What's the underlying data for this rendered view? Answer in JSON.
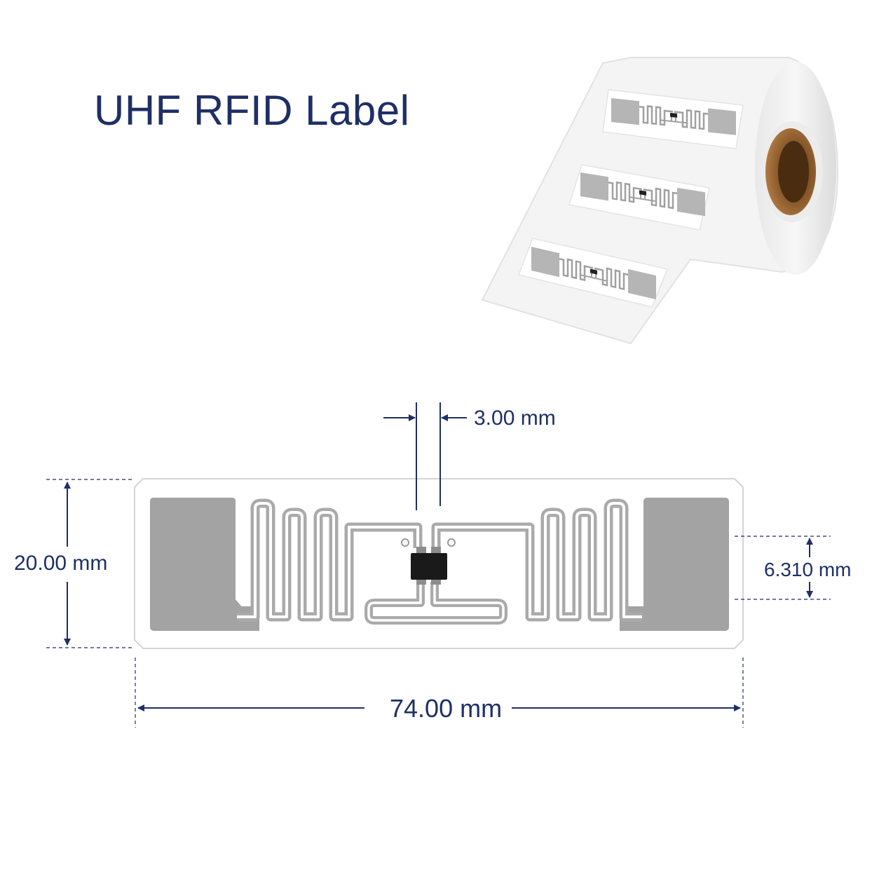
{
  "title": "UHF RFID Label",
  "dimensions": {
    "chip_gap": "3.00 mm",
    "height": "20.00 mm",
    "pad_height": "6.310 mm",
    "width": "74.00 mm"
  },
  "colors": {
    "text": "#1f2f66",
    "dimension_line": "#1f2f66",
    "antenna_metal": "#a9a9a9",
    "pad_metal": "#a3a3a3",
    "label_paper": "#ffffff",
    "roll_core": "#8a5a2b",
    "chip": "#1a1a1a"
  },
  "icons": {
    "roll": "label-roll-icon",
    "chip": "rfid-chip-icon"
  }
}
